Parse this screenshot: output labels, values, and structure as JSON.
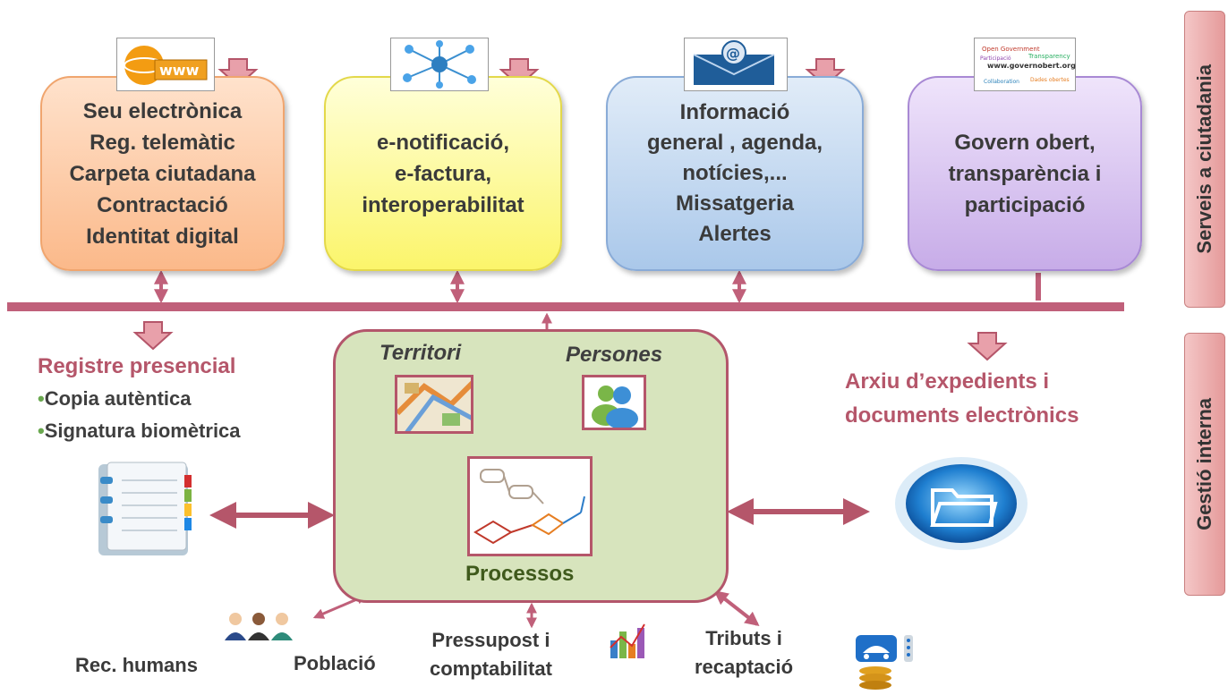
{
  "top_boxes": [
    {
      "lines": [
        "Seu electrònica",
        "Reg. telemàtic",
        "Carpeta ciutadana",
        "Contractació",
        "Identitat digital"
      ],
      "icon": "www-globe-icon"
    },
    {
      "lines": [
        "e-notificació,",
        "e-factura,",
        "interoperabilitat"
      ],
      "icon": "network-icon"
    },
    {
      "lines": [
        "Informació",
        "general , agenda,",
        "notícies,...",
        "Missatgeria",
        "Alertes"
      ],
      "icon": "email-icon"
    },
    {
      "lines": [
        "Govern obert,",
        "transparència i",
        "participació"
      ],
      "icon": "word-cloud-icon",
      "icon_text": "www.governobert.org"
    }
  ],
  "side_tabs": {
    "top": "Serveis  a  ciutadania",
    "bottom": "Gestió interna"
  },
  "left": {
    "title": "Registre presencial",
    "items": [
      "Copia autèntica",
      "Signatura biomètrica"
    ],
    "bullet": "•"
  },
  "right": {
    "lines": [
      "Arxiu d’expedients i",
      "documents electrònics"
    ]
  },
  "center": {
    "territori": "Territori",
    "persones": "Persones",
    "processos": "Processos"
  },
  "bottom": {
    "rec_humans": "Rec. humans",
    "poblacio": "Població",
    "pressupost": [
      "Pressupost i",
      "comptabilitat"
    ],
    "tributs": [
      "Tributs i",
      "recaptació"
    ]
  },
  "colors": {
    "bar": "#c0607a",
    "arrow_fill": "#e8a0aa",
    "arrow_stroke": "#b5566a",
    "center_fill": "#d7e4bd",
    "dark_arrow": "#8b1a3a",
    "orange_arrow": "#e0801a"
  }
}
